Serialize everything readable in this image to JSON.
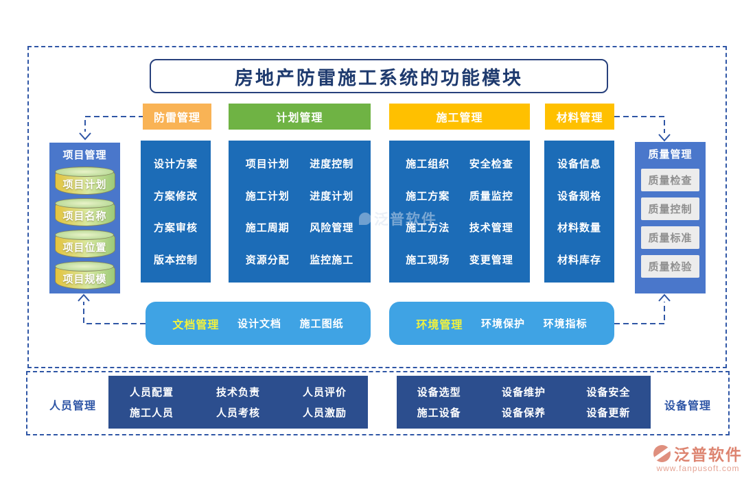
{
  "title": "房地产防雷施工系统的功能模块",
  "headers": [
    {
      "label": "防雷管理",
      "color": "#F9B355"
    },
    {
      "label": "计划管理",
      "color": "#6FB344"
    },
    {
      "label": "施工管理",
      "color": "#FFC000"
    },
    {
      "label": "材料管理",
      "color": "#FFC000"
    }
  ],
  "left_panel": {
    "title": "项目管理",
    "items": [
      "项目计划",
      "项目名称",
      "项目位置",
      "项目规模"
    ]
  },
  "right_panel": {
    "title": "质量管理",
    "items": [
      "质量检查",
      "质量控制",
      "质量标准",
      "质量检验"
    ]
  },
  "columns": [
    {
      "rows": [
        [
          "设计方案"
        ],
        [
          "方案修改"
        ],
        [
          "方案审核"
        ],
        [
          "版本控制"
        ]
      ]
    },
    {
      "rows": [
        [
          "项目计划",
          "进度控制"
        ],
        [
          "施工计划",
          "进度计划"
        ],
        [
          "施工周期",
          "风险管理"
        ],
        [
          "资源分配",
          "监控施工"
        ]
      ]
    },
    {
      "rows": [
        [
          "施工组织",
          "安全检查"
        ],
        [
          "施工方案",
          "质量监控"
        ],
        [
          "施工方法",
          "技术管理"
        ],
        [
          "施工现场",
          "变更管理"
        ]
      ]
    },
    {
      "rows": [
        [
          "设备信息"
        ],
        [
          "设备规格"
        ],
        [
          "材料数量"
        ],
        [
          "材料库存"
        ]
      ]
    }
  ],
  "mid_boxes": [
    {
      "title": "文档管理",
      "items": [
        "设计文档",
        "施工图纸"
      ]
    },
    {
      "title": "环境管理",
      "items": [
        "环境保护",
        "环境指标"
      ]
    }
  ],
  "bottom": {
    "left_label": "人员管理",
    "left_rows": [
      [
        "人员配置",
        "技术负责",
        "人员评价"
      ],
      [
        "施工人员",
        "人员考核",
        "人员激励"
      ]
    ],
    "right_label": "设备管理",
    "right_rows": [
      [
        "设备选型",
        "设备维护",
        "设备安全"
      ],
      [
        "施工设备",
        "设备保养",
        "设备更新"
      ]
    ]
  },
  "watermark": {
    "text": "泛普软件"
  },
  "logo": {
    "brand": "泛普软件",
    "site": "www.fanpusoft.com"
  },
  "colors": {
    "column_blue": "#1C6CB7",
    "panel_blue": "#4A77CB",
    "mid_light_blue": "#3FA3E4",
    "navy": "#2C4E8E",
    "dashed_frame_blue": "#2E55A5",
    "header_orange": "#F9B355",
    "header_green": "#6FB344",
    "header_gold": "#FFC000",
    "mid_title_yellow": "#F2F23D",
    "logo_salmon": "#DD8470"
  }
}
